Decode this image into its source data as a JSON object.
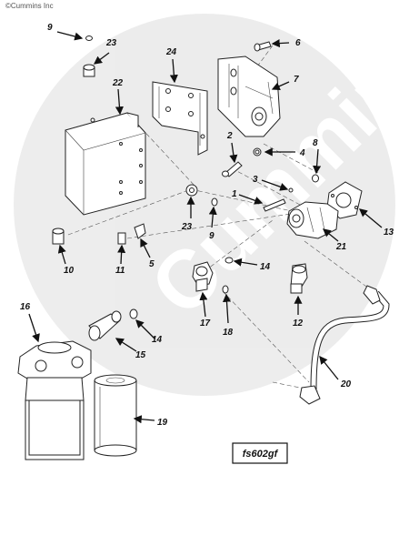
{
  "copyright": "©Cummins Inc",
  "watermark_text": "Cummins",
  "figure_id": "fs602gf",
  "callouts": [
    "9",
    "23",
    "24",
    "6",
    "22",
    "7",
    "2",
    "4",
    "8",
    "3",
    "1",
    "13",
    "23",
    "9",
    "10",
    "11",
    "5",
    "21",
    "14",
    "17",
    "18",
    "12",
    "16",
    "15",
    "14",
    "20",
    "19"
  ]
}
